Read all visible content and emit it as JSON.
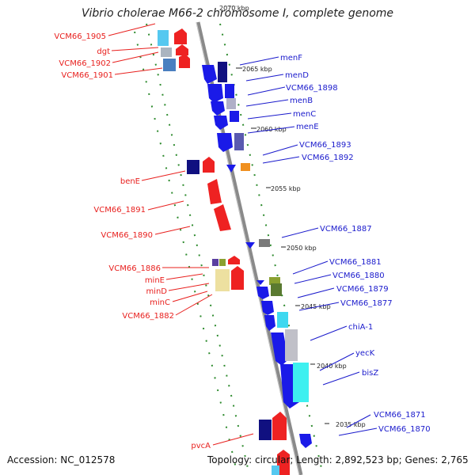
{
  "title": "Vibrio cholerae M66-2 chromosome I, complete genome",
  "footer": {
    "accession": "Accession: NC_012578",
    "stats": "Topology: circular; Length: 2,892,523 bp; Genes: 2,765"
  },
  "colors": {
    "red_label": "#e8201e",
    "blue_label": "#1a1acc",
    "backbone": "#8a8a8a",
    "gc_dots": "#2e8b2e"
  },
  "scale_ticks": [
    "2070 kbp",
    "2065 kbp",
    "2060 kbp",
    "2055 kbp",
    "2050 kbp",
    "2045 kbp",
    "2040 kbp",
    "2035 kbp"
  ],
  "left_labels": [
    "VCM66_1905",
    "dgt",
    "VCM66_1902",
    "VCM66_1901",
    "benE",
    "VCM66_1891",
    "VCM66_1890",
    "VCM66_1886",
    "minE",
    "minD",
    "minC",
    "VCM66_1882",
    "pvcA"
  ],
  "right_labels": [
    "menF",
    "menD",
    "VCM66_1898",
    "menB",
    "menC",
    "menE",
    "VCM66_1893",
    "VCM66_1892",
    "VCM66_1887",
    "VCM66_1881",
    "VCM66_1880",
    "VCM66_1879",
    "VCM66_1877",
    "chiA-1",
    "yecK",
    "bisZ",
    "VCM66_1871",
    "VCM66_1870"
  ]
}
